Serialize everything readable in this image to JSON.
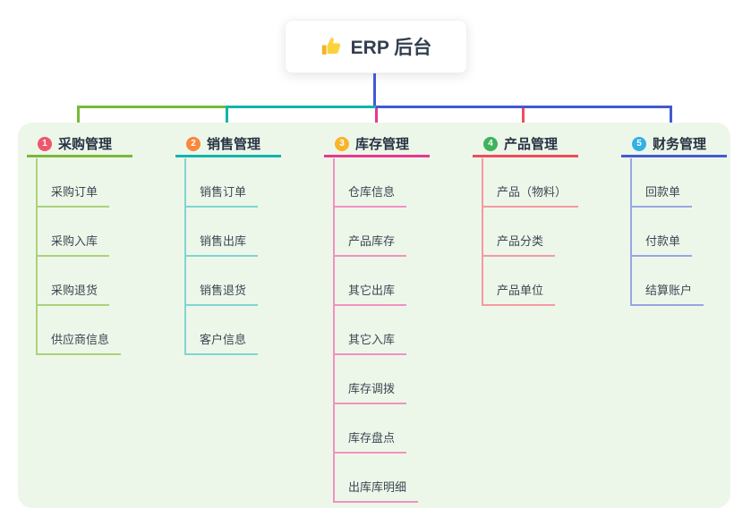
{
  "root": {
    "label": "ERP 后台",
    "icon": "thumbs-up-icon"
  },
  "colors": {
    "page_bg": "#ffffff",
    "panel_bg": "#edf7e9",
    "root_card_bg": "#ffffff",
    "root_text": "#333f4e",
    "header_text": "#273244",
    "child_text": "#3c4754",
    "stem_blue": "#4459d4"
  },
  "connector": {
    "segments": [
      {
        "name": "segment-purchase",
        "color": "#7ab83a"
      },
      {
        "name": "segment-sales",
        "color": "#0fb5ab"
      },
      {
        "name": "segment-right",
        "color": "#4459d4"
      }
    ],
    "stubs": [
      {
        "name": "stub-purchase",
        "color": "#7ab83a"
      },
      {
        "name": "stub-sales",
        "color": "#0fb5ab"
      },
      {
        "name": "stub-inventory",
        "color": "#e8378f"
      },
      {
        "name": "stub-product",
        "color": "#ee4d5c"
      },
      {
        "name": "stub-finance",
        "color": "#4459d4"
      }
    ]
  },
  "branches": [
    {
      "badge": "1",
      "badge_color": "#f0566b",
      "label": "采购管理",
      "line_color": "#7ab83a",
      "child_line_color": "#aad37c",
      "children": [
        "采购订单",
        "采购入库",
        "采购退货",
        "供应商信息"
      ]
    },
    {
      "badge": "2",
      "badge_color": "#f8883c",
      "label": "销售管理",
      "line_color": "#0fb5ab",
      "child_line_color": "#7fd6cf",
      "children": [
        "销售订单",
        "销售出库",
        "销售退货",
        "客户信息"
      ]
    },
    {
      "badge": "3",
      "badge_color": "#f7b52c",
      "label": "库存管理",
      "line_color": "#e8378f",
      "child_line_color": "#f191c1",
      "children": [
        "仓库信息",
        "产品库存",
        "其它出库",
        "其它入库",
        "库存调拨",
        "库存盘点",
        "出库库明细"
      ]
    },
    {
      "badge": "4",
      "badge_color": "#3eb35c",
      "label": "产品管理",
      "line_color": "#ee4d5c",
      "child_line_color": "#f49aa2",
      "children": [
        "产品（物料）",
        "产品分类",
        "产品单位"
      ]
    },
    {
      "badge": "5",
      "badge_color": "#32b0e8",
      "label": "财务管理",
      "line_color": "#4459d4",
      "child_line_color": "#97a7e2",
      "children": [
        "回款单",
        "付款单",
        "结算账户"
      ]
    }
  ]
}
